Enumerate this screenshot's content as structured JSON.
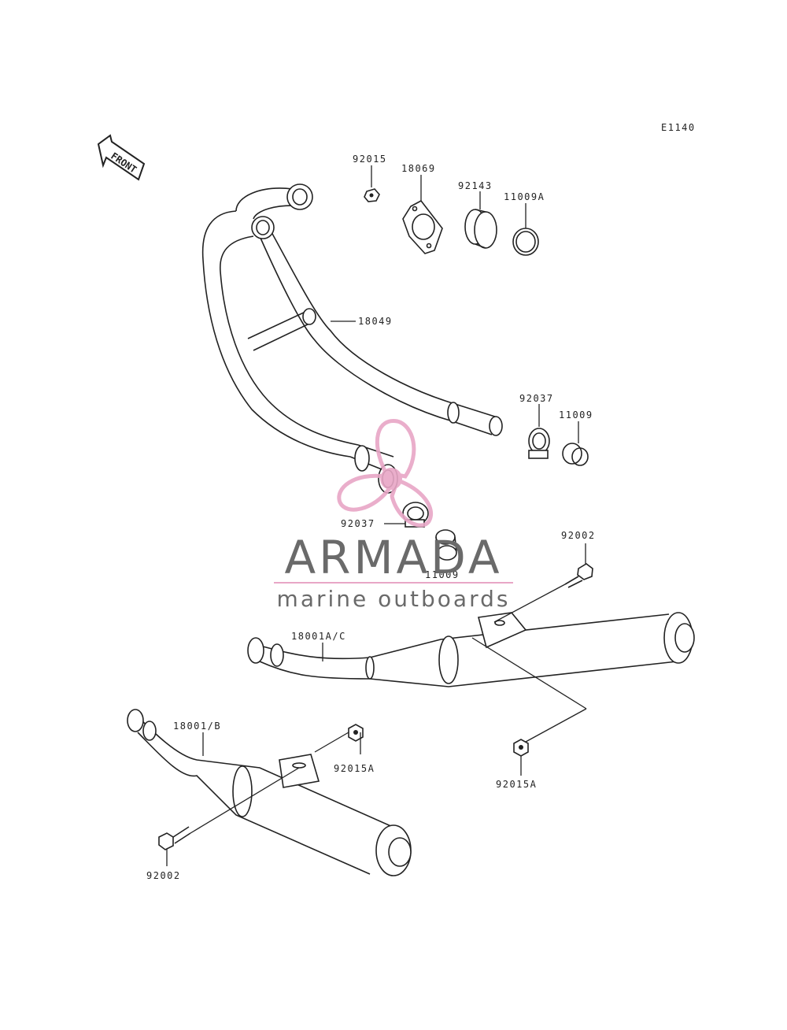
{
  "diagram": {
    "code": "E1140",
    "front_label": "FRONT",
    "labels": {
      "p92015": "92015",
      "p18069": "18069",
      "p92143": "92143",
      "p11009A": "11009A",
      "p18049": "18049",
      "p92037_right": "92037",
      "p11009_right": "11009",
      "p92037_left": "92037",
      "p11009_left": "11009",
      "p92002_top": "92002",
      "p18001AC": "18001A/C",
      "p18001B": "18001/B",
      "p92015A_left": "92015A",
      "p92015A_right": "92015A",
      "p92002_bottom": "92002"
    }
  },
  "watermark": {
    "brand": "ARMADA",
    "tagline": "marine outboards",
    "colors": {
      "logo_pink": "#e8a6c6",
      "text_gray": "#6a6a6a",
      "divider": "#e8a6c6"
    }
  }
}
